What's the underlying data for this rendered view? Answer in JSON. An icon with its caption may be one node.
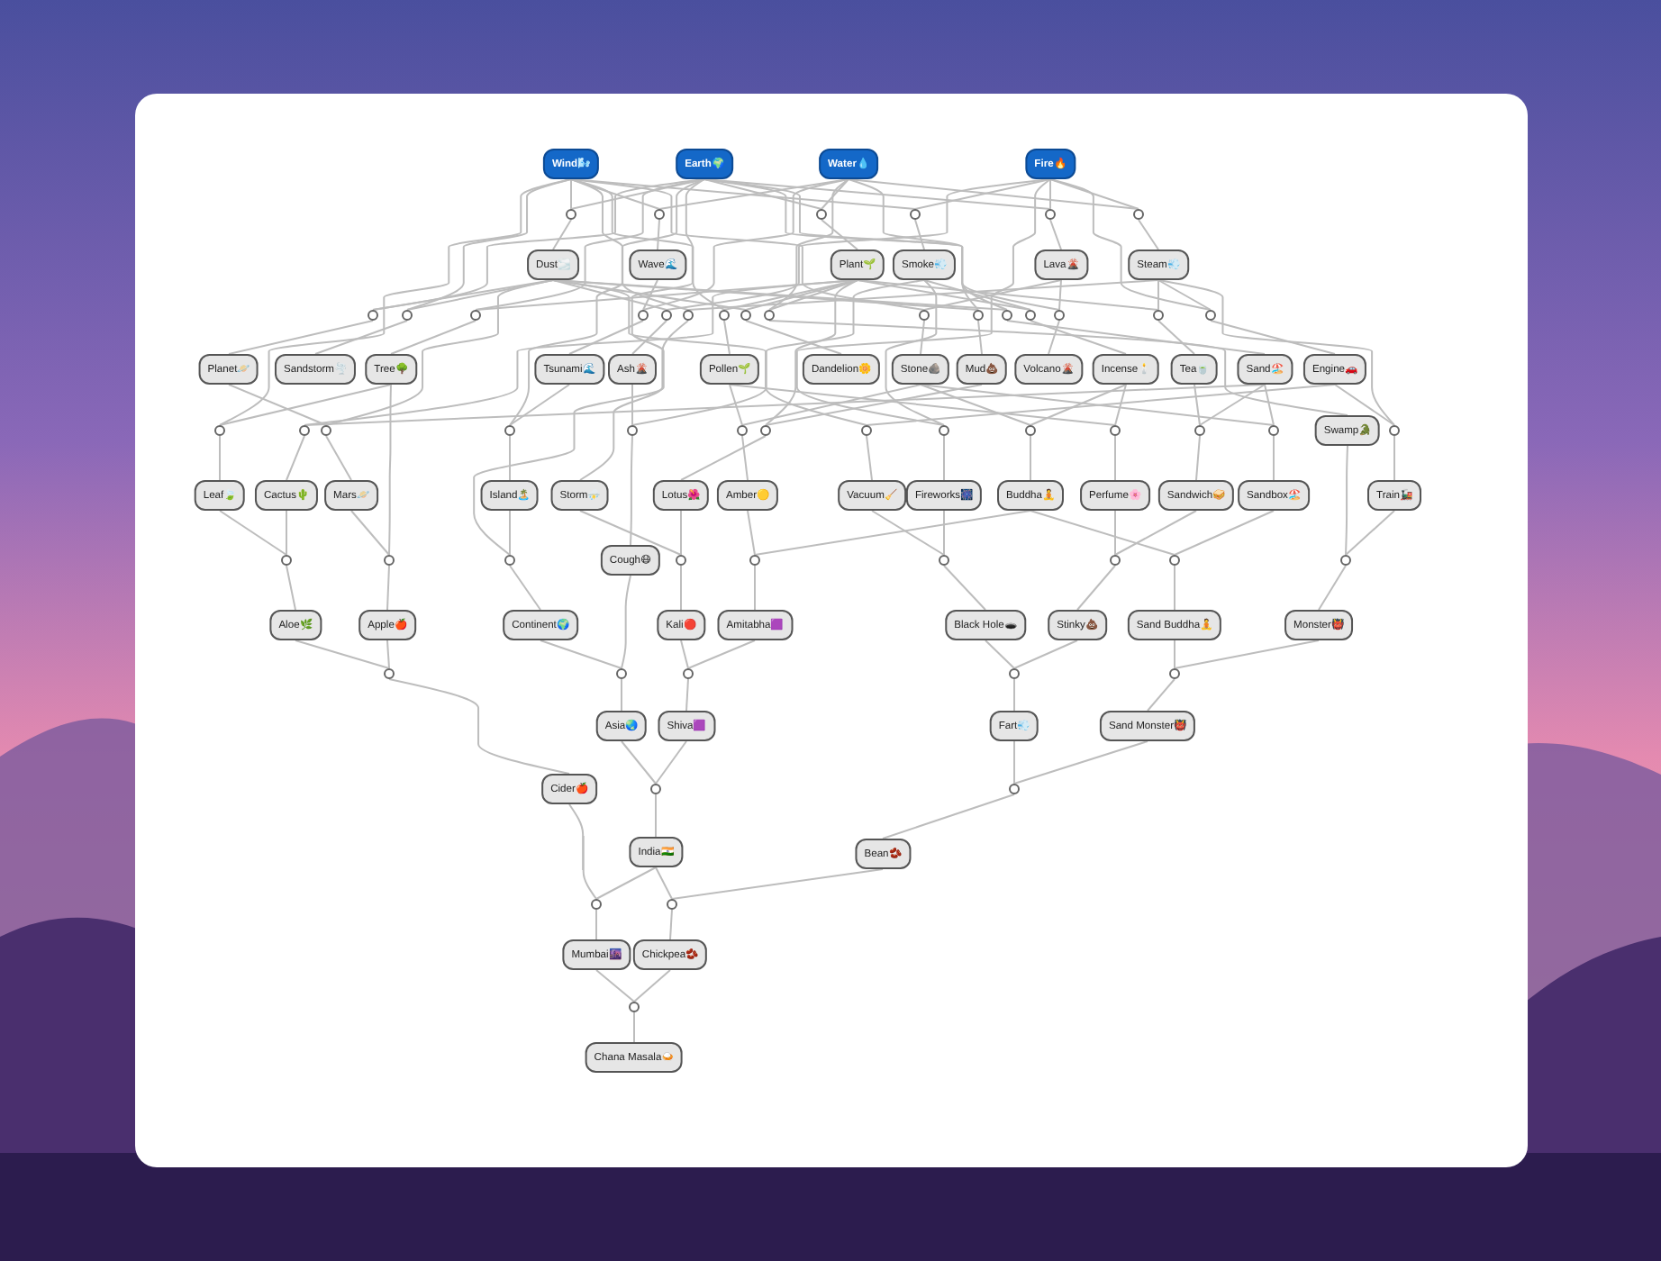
{
  "diagram": {
    "nodes": [
      {
        "text": [
          "Wind🌬️"
        ]
      },
      {
        "text": [
          "Earth🌍"
        ]
      },
      {
        "text": [
          "Water💧"
        ]
      },
      {
        "text": [
          "Fire🔥"
        ]
      },
      {
        "text": [],
        "shape": "circle"
      },
      {
        "text": [],
        "shape": "circle"
      },
      {
        "text": [],
        "shape": "circle"
      },
      {
        "text": [],
        "shape": "circle"
      },
      {
        "text": [],
        "shape": "circle"
      },
      {
        "text": [],
        "shape": "circle"
      },
      {
        "text": [
          "Dust🌫️"
        ]
      },
      {
        "text": [
          "Wave🌊"
        ]
      },
      {
        "text": [
          "Plant🌱"
        ]
      },
      {
        "text": [
          "Smoke💨"
        ]
      },
      {
        "text": [
          "Lava🌋"
        ]
      },
      {
        "text": [
          "Steam💨"
        ]
      },
      {
        "text": [],
        "shape": "circle"
      },
      {
        "text": [],
        "shape": "circle"
      },
      {
        "text": [],
        "shape": "circle"
      },
      {
        "text": [],
        "shape": "circle"
      },
      {
        "text": [],
        "shape": "circle"
      },
      {
        "text": [],
        "shape": "circle"
      },
      {
        "text": [],
        "shape": "circle"
      },
      {
        "text": [],
        "shape": "circle"
      },
      {
        "text": [],
        "shape": "circle"
      },
      {
        "text": [],
        "shape": "circle"
      },
      {
        "text": [],
        "shape": "circle"
      },
      {
        "text": [],
        "shape": "circle"
      },
      {
        "text": [],
        "shape": "circle"
      },
      {
        "text": [],
        "shape": "circle"
      },
      {
        "text": [],
        "shape": "circle"
      },
      {
        "text": [],
        "shape": "circle"
      },
      {
        "text": [
          "Planet🪐"
        ]
      },
      {
        "text": [
          "Sandstorm🌪️"
        ]
      },
      {
        "text": [
          "Tree🌳"
        ]
      },
      {
        "text": [
          "Tsunami🌊"
        ]
      },
      {
        "text": [
          "Ash🌋"
        ]
      },
      {
        "text": [
          "Pollen🌱"
        ]
      },
      {
        "text": [
          "Dandelion🌼"
        ]
      },
      {
        "text": [
          "Stone🪨"
        ]
      },
      {
        "text": [
          "Mud💩"
        ]
      },
      {
        "text": [
          "Volcano🌋"
        ]
      },
      {
        "text": [
          "Incense🕯️"
        ]
      },
      {
        "text": [
          "Tea🍵"
        ]
      },
      {
        "text": [
          "Sand🏖️"
        ]
      },
      {
        "text": [
          "Engine🚗"
        ]
      },
      {
        "text": [
          "Swamp🐊"
        ]
      },
      {
        "text": [],
        "shape": "circle"
      },
      {
        "text": [],
        "shape": "circle"
      },
      {
        "text": [],
        "shape": "circle"
      },
      {
        "text": [],
        "shape": "circle"
      },
      {
        "text": [],
        "shape": "circle"
      },
      {
        "text": [],
        "shape": "circle"
      },
      {
        "text": [],
        "shape": "circle"
      },
      {
        "text": [],
        "shape": "circle"
      },
      {
        "text": [],
        "shape": "circle"
      },
      {
        "text": [],
        "shape": "circle"
      },
      {
        "text": [],
        "shape": "circle"
      },
      {
        "text": [],
        "shape": "circle"
      },
      {
        "text": [],
        "shape": "circle"
      },
      {
        "text": [],
        "shape": "circle"
      },
      {
        "text": [
          "Leaf🍃"
        ]
      },
      {
        "text": [
          "Cactus🌵"
        ]
      },
      {
        "text": [
          "Mars🪐"
        ]
      },
      {
        "text": [
          "Island🏝️"
        ]
      },
      {
        "text": [
          "Storm⛈️"
        ]
      },
      {
        "text": [
          "Lotus🌺"
        ]
      },
      {
        "text": [
          "Amber🟡"
        ]
      },
      {
        "text": [
          "Vacuum🧹"
        ]
      },
      {
        "text": [
          "Fireworks🎆"
        ]
      },
      {
        "text": [
          "Buddha🧘"
        ]
      },
      {
        "text": [
          "Perfume🌸"
        ]
      },
      {
        "text": [
          "Sandwich🥪"
        ]
      },
      {
        "text": [
          "Sandbox🏖️"
        ]
      },
      {
        "text": [
          "Train🚂"
        ]
      },
      {
        "text": [
          "Cough😷"
        ]
      },
      {
        "text": [],
        "shape": "circle"
      },
      {
        "text": [],
        "shape": "circle"
      },
      {
        "text": [],
        "shape": "circle"
      },
      {
        "text": [],
        "shape": "circle"
      },
      {
        "text": [],
        "shape": "circle"
      },
      {
        "text": [],
        "shape": "circle"
      },
      {
        "text": [],
        "shape": "circle"
      },
      {
        "text": [],
        "shape": "circle"
      },
      {
        "text": [],
        "shape": "circle"
      },
      {
        "text": [
          "Aloe🌿"
        ]
      },
      {
        "text": [
          "Apple🍎"
        ]
      },
      {
        "text": [
          "Continent🌍"
        ]
      },
      {
        "text": [
          "Kali🔴"
        ]
      },
      {
        "text": [
          "Amitabha🟪"
        ]
      },
      {
        "text": [
          "Black Hole🕳️"
        ]
      },
      {
        "text": [
          "Stinky💩"
        ]
      },
      {
        "text": [
          "Sand Buddha🧘"
        ]
      },
      {
        "text": [
          "Monster👹"
        ]
      },
      {
        "text": [],
        "shape": "circle"
      },
      {
        "text": [],
        "shape": "circle"
      },
      {
        "text": [],
        "shape": "circle"
      },
      {
        "text": [],
        "shape": "circle"
      },
      {
        "text": [],
        "shape": "circle"
      },
      {
        "text": [
          "Asia🌏"
        ]
      },
      {
        "text": [
          "Shiva🟪"
        ]
      },
      {
        "text": [
          "Fart💨"
        ]
      },
      {
        "text": [
          "Sand Monster👹"
        ]
      },
      {
        "text": [
          "Cider🍎"
        ]
      },
      {
        "text": [],
        "shape": "circle"
      },
      {
        "text": [],
        "shape": "circle"
      },
      {
        "text": [
          "India🇮🇳"
        ]
      },
      {
        "text": [
          "Bean🫘"
        ]
      },
      {
        "text": [],
        "shape": "circle"
      },
      {
        "text": [],
        "shape": "circle"
      },
      {
        "text": [
          "Mumbai🌆"
        ]
      },
      {
        "text": [
          "Chickpea🫘"
        ]
      },
      {
        "text": [],
        "shape": "circle"
      },
      {
        "text": [
          "Chana Masala🍛"
        ]
      }
    ],
    "edges": [
      {
        "from": 0,
        "to": 4,
        "arrow": "none"
      },
      {
        "from": 1,
        "to": 4,
        "arrow": "none"
      },
      {
        "from": 4,
        "to": 10,
        "arrow": "none"
      },
      {
        "from": 0,
        "to": 5,
        "arrow": "none"
      },
      {
        "from": 2,
        "to": 5,
        "arrow": "none"
      },
      {
        "from": 5,
        "to": 11,
        "arrow": "none"
      },
      {
        "from": 1,
        "to": 6,
        "arrow": "none"
      },
      {
        "from": 2,
        "to": 6,
        "arrow": "none"
      },
      {
        "from": 6,
        "to": 12,
        "arrow": "none"
      },
      {
        "from": 3,
        "to": 7,
        "arrow": "none"
      },
      {
        "from": 0,
        "to": 7,
        "arrow": "none"
      },
      {
        "from": 7,
        "to": 13,
        "arrow": "none"
      },
      {
        "from": 1,
        "to": 8,
        "arrow": "none"
      },
      {
        "from": 3,
        "to": 8,
        "arrow": "none"
      },
      {
        "from": 8,
        "to": 14,
        "arrow": "none"
      },
      {
        "from": 2,
        "to": 9,
        "arrow": "none"
      },
      {
        "from": 3,
        "to": 9,
        "arrow": "none"
      },
      {
        "from": 9,
        "to": 15,
        "arrow": "none"
      },
      {
        "from": 1,
        "to": 16,
        "arrow": "none"
      },
      {
        "from": 10,
        "to": 16,
        "arrow": "none"
      },
      {
        "from": 16,
        "to": 32,
        "arrow": "none"
      },
      {
        "from": 0,
        "to": 17,
        "arrow": "none"
      },
      {
        "from": 10,
        "to": 17,
        "arrow": "none"
      },
      {
        "from": 17,
        "to": 33,
        "arrow": "none"
      },
      {
        "from": 12,
        "to": 18,
        "arrow": "none"
      },
      {
        "from": 1,
        "to": 18,
        "arrow": "none"
      },
      {
        "from": 18,
        "to": 34,
        "arrow": "none"
      },
      {
        "from": 11,
        "to": 19,
        "arrow": "none"
      },
      {
        "from": 2,
        "to": 19,
        "arrow": "none"
      },
      {
        "from": 19,
        "to": 35,
        "arrow": "none"
      },
      {
        "from": 3,
        "to": 20,
        "arrow": "none"
      },
      {
        "from": 10,
        "to": 20,
        "arrow": "none"
      },
      {
        "from": 20,
        "to": 36,
        "arrow": "none"
      },
      {
        "from": 0,
        "to": 21,
        "arrow": "none"
      },
      {
        "from": 15,
        "to": 21,
        "arrow": "none"
      },
      {
        "from": 21,
        "to": 65,
        "arrow": "none"
      },
      {
        "from": 12,
        "to": 22,
        "arrow": "none"
      },
      {
        "from": 0,
        "to": 22,
        "arrow": "none"
      },
      {
        "from": 22,
        "to": 37,
        "arrow": "none"
      },
      {
        "from": 12,
        "to": 23,
        "arrow": "none"
      },
      {
        "from": 10,
        "to": 23,
        "arrow": "none"
      },
      {
        "from": 23,
        "to": 38,
        "arrow": "none"
      },
      {
        "from": 2,
        "to": 24,
        "arrow": "none"
      },
      {
        "from": 12,
        "to": 24,
        "arrow": "none"
      },
      {
        "from": 24,
        "to": 46,
        "arrow": "none"
      },
      {
        "from": 14,
        "to": 25,
        "arrow": "none"
      },
      {
        "from": 0,
        "to": 25,
        "arrow": "none"
      },
      {
        "from": 25,
        "to": 39,
        "arrow": "none"
      },
      {
        "from": 10,
        "to": 26,
        "arrow": "none"
      },
      {
        "from": 2,
        "to": 26,
        "arrow": "none"
      },
      {
        "from": 26,
        "to": 40,
        "arrow": "none"
      },
      {
        "from": 10,
        "to": 27,
        "arrow": "none"
      },
      {
        "from": 1,
        "to": 27,
        "arrow": "none"
      },
      {
        "from": 27,
        "to": 44,
        "arrow": "none"
      },
      {
        "from": 13,
        "to": 28,
        "arrow": "none"
      },
      {
        "from": 12,
        "to": 28,
        "arrow": "none"
      },
      {
        "from": 28,
        "to": 42,
        "arrow": "none"
      },
      {
        "from": 14,
        "to": 29,
        "arrow": "none"
      },
      {
        "from": 1,
        "to": 29,
        "arrow": "none"
      },
      {
        "from": 29,
        "to": 41,
        "arrow": "none"
      },
      {
        "from": 15,
        "to": 30,
        "arrow": "none"
      },
      {
        "from": 12,
        "to": 30,
        "arrow": "none"
      },
      {
        "from": 30,
        "to": 43,
        "arrow": "none"
      },
      {
        "from": 15,
        "to": 31,
        "arrow": "none"
      },
      {
        "from": 3,
        "to": 31,
        "arrow": "none"
      },
      {
        "from": 31,
        "to": 45,
        "arrow": "none"
      },
      {
        "from": 34,
        "to": 47,
        "arrow": "none"
      },
      {
        "from": 0,
        "to": 47,
        "arrow": "none"
      },
      {
        "from": 47,
        "to": 61,
        "arrow": "none"
      },
      {
        "from": 44,
        "to": 48,
        "arrow": "none"
      },
      {
        "from": 12,
        "to": 48,
        "arrow": "none"
      },
      {
        "from": 48,
        "to": 62,
        "arrow": "none"
      },
      {
        "from": 32,
        "to": 49,
        "arrow": "none"
      },
      {
        "from": 10,
        "to": 49,
        "arrow": "none"
      },
      {
        "from": 49,
        "to": 63,
        "arrow": "none"
      },
      {
        "from": 35,
        "to": 50,
        "arrow": "none"
      },
      {
        "from": 1,
        "to": 50,
        "arrow": "none"
      },
      {
        "from": 50,
        "to": 64,
        "arrow": "none"
      },
      {
        "from": 36,
        "to": 51,
        "arrow": "none"
      },
      {
        "from": 13,
        "to": 51,
        "arrow": "none"
      },
      {
        "from": 51,
        "to": 75,
        "arrow": "none"
      },
      {
        "from": 37,
        "to": 52,
        "arrow": "none"
      },
      {
        "from": 39,
        "to": 52,
        "arrow": "none"
      },
      {
        "from": 52,
        "to": 67,
        "arrow": "none"
      },
      {
        "from": 12,
        "to": 53,
        "arrow": "none"
      },
      {
        "from": 40,
        "to": 53,
        "arrow": "none"
      },
      {
        "from": 53,
        "to": 66,
        "arrow": "none"
      },
      {
        "from": 10,
        "to": 54,
        "arrow": "none"
      },
      {
        "from": 45,
        "to": 54,
        "arrow": "none"
      },
      {
        "from": 54,
        "to": 68,
        "arrow": "none"
      },
      {
        "from": 3,
        "to": 55,
        "arrow": "none"
      },
      {
        "from": 13,
        "to": 55,
        "arrow": "none"
      },
      {
        "from": 55,
        "to": 69,
        "arrow": "none"
      },
      {
        "from": 42,
        "to": 56,
        "arrow": "none"
      },
      {
        "from": 39,
        "to": 56,
        "arrow": "none"
      },
      {
        "from": 56,
        "to": 70,
        "arrow": "none"
      },
      {
        "from": 42,
        "to": 57,
        "arrow": "none"
      },
      {
        "from": 37,
        "to": 57,
        "arrow": "none"
      },
      {
        "from": 57,
        "to": 71,
        "arrow": "none"
      },
      {
        "from": 43,
        "to": 58,
        "arrow": "none"
      },
      {
        "from": 44,
        "to": 58,
        "arrow": "none"
      },
      {
        "from": 58,
        "to": 72,
        "arrow": "none"
      },
      {
        "from": 44,
        "to": 59,
        "arrow": "none"
      },
      {
        "from": 39,
        "to": 59,
        "arrow": "none"
      },
      {
        "from": 59,
        "to": 73,
        "arrow": "none"
      },
      {
        "from": 45,
        "to": 60,
        "arrow": "none"
      },
      {
        "from": 15,
        "to": 60,
        "arrow": "none"
      },
      {
        "from": 60,
        "to": 74,
        "arrow": "none"
      },
      {
        "from": 61,
        "to": 76,
        "arrow": "none"
      },
      {
        "from": 62,
        "to": 76,
        "arrow": "none"
      },
      {
        "from": 76,
        "to": 85,
        "arrow": "none"
      },
      {
        "from": 34,
        "to": 77,
        "arrow": "none"
      },
      {
        "from": 63,
        "to": 77,
        "arrow": "none"
      },
      {
        "from": 77,
        "to": 86,
        "arrow": "none"
      },
      {
        "from": 64,
        "to": 78,
        "arrow": "none"
      },
      {
        "from": 1,
        "to": 78,
        "arrow": "none"
      },
      {
        "from": 78,
        "to": 87,
        "arrow": "none"
      },
      {
        "from": 66,
        "to": 79,
        "arrow": "none"
      },
      {
        "from": 65,
        "to": 79,
        "arrow": "none"
      },
      {
        "from": 79,
        "to": 88,
        "arrow": "none"
      },
      {
        "from": 67,
        "to": 80,
        "arrow": "none"
      },
      {
        "from": 70,
        "to": 80,
        "arrow": "none"
      },
      {
        "from": 80,
        "to": 89,
        "arrow": "none"
      },
      {
        "from": 69,
        "to": 81,
        "arrow": "none"
      },
      {
        "from": 68,
        "to": 81,
        "arrow": "none"
      },
      {
        "from": 81,
        "to": 90,
        "arrow": "none"
      },
      {
        "from": 71,
        "to": 82,
        "arrow": "none"
      },
      {
        "from": 72,
        "to": 82,
        "arrow": "none"
      },
      {
        "from": 82,
        "to": 91,
        "arrow": "none"
      },
      {
        "from": 70,
        "to": 83,
        "arrow": "none"
      },
      {
        "from": 73,
        "to": 83,
        "arrow": "none"
      },
      {
        "from": 83,
        "to": 92,
        "arrow": "none"
      },
      {
        "from": 46,
        "to": 84,
        "arrow": "none"
      },
      {
        "from": 74,
        "to": 84,
        "arrow": "none"
      },
      {
        "from": 84,
        "to": 93,
        "arrow": "none"
      },
      {
        "from": 85,
        "to": 94,
        "arrow": "none"
      },
      {
        "from": 86,
        "to": 94,
        "arrow": "none"
      },
      {
        "from": 94,
        "to": 103,
        "arrow": "none"
      },
      {
        "from": 87,
        "to": 95,
        "arrow": "none"
      },
      {
        "from": 75,
        "to": 95,
        "arrow": "none"
      },
      {
        "from": 95,
        "to": 99,
        "arrow": "none"
      },
      {
        "from": 88,
        "to": 96,
        "arrow": "none"
      },
      {
        "from": 89,
        "to": 96,
        "arrow": "none"
      },
      {
        "from": 96,
        "to": 100,
        "arrow": "none"
      },
      {
        "from": 90,
        "to": 97,
        "arrow": "none"
      },
      {
        "from": 91,
        "to": 97,
        "arrow": "none"
      },
      {
        "from": 97,
        "to": 101,
        "arrow": "none"
      },
      {
        "from": 92,
        "to": 98,
        "arrow": "none"
      },
      {
        "from": 93,
        "to": 98,
        "arrow": "none"
      },
      {
        "from": 98,
        "to": 102,
        "arrow": "none"
      },
      {
        "from": 99,
        "to": 104,
        "arrow": "none"
      },
      {
        "from": 100,
        "to": 104,
        "arrow": "none"
      },
      {
        "from": 104,
        "to": 106,
        "arrow": "none"
      },
      {
        "from": 101,
        "to": 105,
        "arrow": "none"
      },
      {
        "from": 102,
        "to": 105,
        "arrow": "none"
      },
      {
        "from": 105,
        "to": 107,
        "arrow": "none"
      },
      {
        "from": 103,
        "to": 108,
        "arrow": "none"
      },
      {
        "from": 106,
        "to": 108,
        "arrow": "none"
      },
      {
        "from": 108,
        "to": 110,
        "arrow": "none"
      },
      {
        "from": 106,
        "to": 109,
        "arrow": "none"
      },
      {
        "from": 107,
        "to": 109,
        "arrow": "none"
      },
      {
        "from": 109,
        "to": 111,
        "arrow": "none"
      },
      {
        "from": 110,
        "to": 112,
        "arrow": "none"
      },
      {
        "from": 111,
        "to": 112,
        "arrow": "none"
      },
      {
        "from": 112,
        "to": 113,
        "arrow": "none"
      }
    ]
  }
}
